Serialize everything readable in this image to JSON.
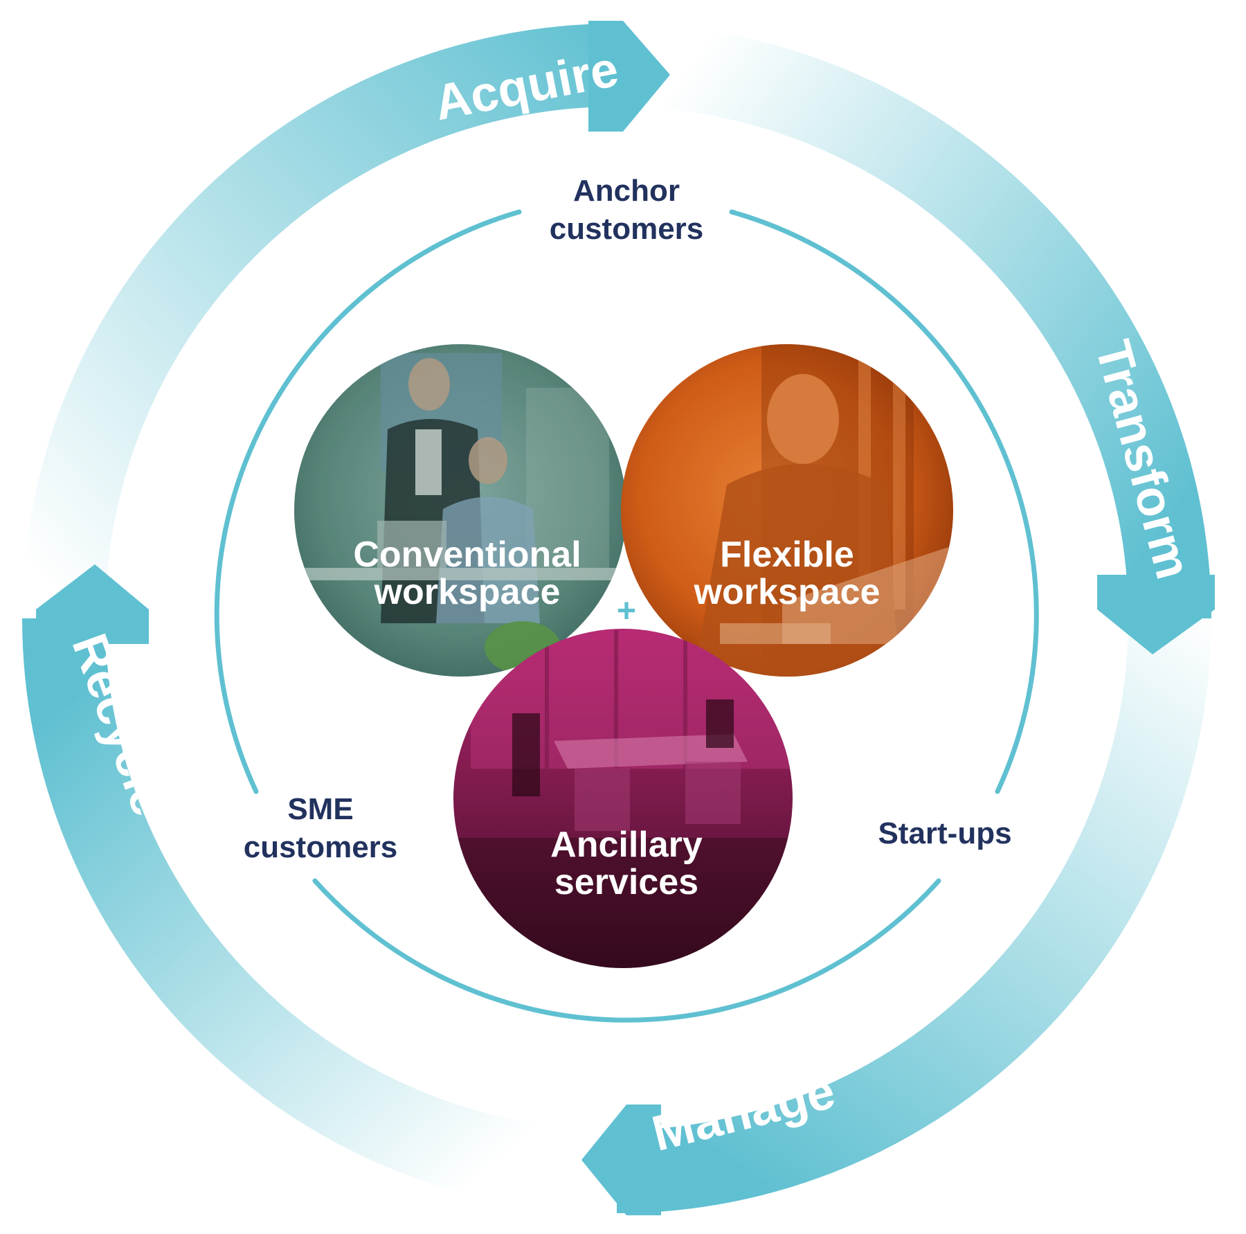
{
  "colors": {
    "ring": "#5fc0d1",
    "ring_light": "#e6f5f8",
    "inner_ring": "#5fc0d1",
    "segment_text": "#22325e",
    "circle_text": "#ffffff",
    "conventional_tint": "#5e8a80",
    "flexible_tint": "#e36c1c",
    "ancillary_tint": "#8c1a55"
  },
  "lifecycle": {
    "acquire": "Acquire",
    "transform": "Transform",
    "manage": "Manage",
    "recycle": "Recycle"
  },
  "segments": {
    "anchor": [
      "Anchor",
      "customers"
    ],
    "sme": [
      "SME",
      "customers"
    ],
    "startups": [
      "Start-ups"
    ]
  },
  "offerings": {
    "conventional": [
      "Conventional",
      "workspace"
    ],
    "flexible": [
      "Flexible",
      "workspace"
    ],
    "ancillary": [
      "Ancillary",
      "services"
    ]
  },
  "plus_symbol": "+"
}
